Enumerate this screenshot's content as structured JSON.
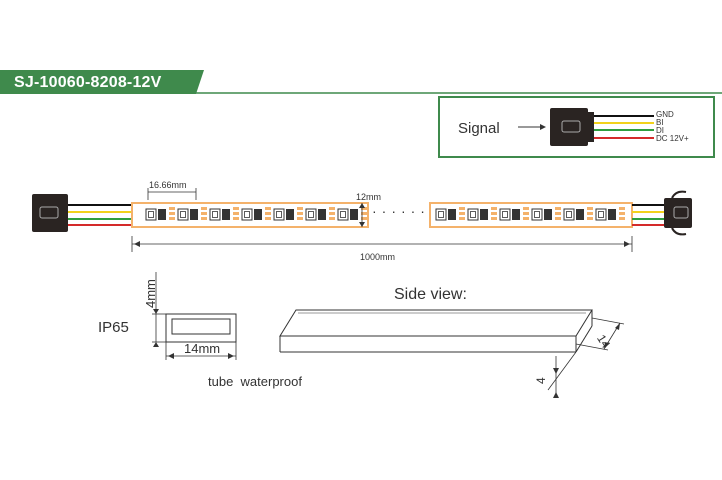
{
  "header": {
    "title": "SJ-10060-8208-12V"
  },
  "signal_legend": {
    "label": "Signal",
    "wires": [
      {
        "name": "GND",
        "color": "#111111"
      },
      {
        "name": "BI",
        "color": "#f2d21b"
      },
      {
        "name": "DI",
        "color": "#2e9e3f"
      },
      {
        "name": "DC 12V+",
        "color": "#d42a2a"
      }
    ]
  },
  "strip": {
    "pitch_label": "16.66mm",
    "width_label": "12mm",
    "length_label": "1000mm",
    "ellipsis": "······"
  },
  "cross_section": {
    "rating": "IP65",
    "height_label": "4mm",
    "width_label": "14mm",
    "caption": "tube  waterproof"
  },
  "side_view": {
    "title": "Side view:",
    "width_label": "14",
    "height_label": "4"
  },
  "colors": {
    "header_green": "#3f8a4c",
    "strip_orange": "#f4b26b",
    "connector": "#2a2422"
  }
}
